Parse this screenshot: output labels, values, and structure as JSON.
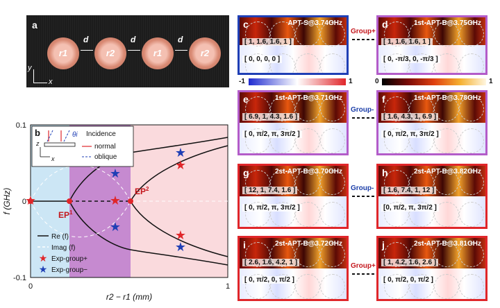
{
  "panel_a": {
    "label": "a",
    "resonators": [
      "r1",
      "r2",
      "r1",
      "r2"
    ],
    "coupling_label": "d",
    "axis_y": "y",
    "axis_x": "x"
  },
  "panel_b": {
    "label": "b",
    "incidence_title": "Incidence",
    "legend_normal": "normal",
    "legend_oblique": "oblique",
    "theta_label": "θi",
    "axis_z": "z",
    "axis_x": "x",
    "ep1": "EP",
    "ep1_sup": "1",
    "ep2": "EP",
    "ep2_sup": "2",
    "legend": [
      "Re (f)",
      "Imag (f)",
      "Exp-group+",
      "Exp-group−"
    ],
    "ylabel": "f (GHz)",
    "xlabel": "r2 − r1 (mm)",
    "yticks": [
      "0.1",
      "0",
      "-0.1"
    ],
    "xticks": [
      "0",
      "1"
    ],
    "colors": {
      "blue_region": "#cce6f5",
      "purple_region": "#c68ad0",
      "pink_region": "#fadadd",
      "red": "#e0262a",
      "blue": "#1f3fb5"
    }
  },
  "colorbars": {
    "left": {
      "min": "-1",
      "max": "1"
    },
    "right": {
      "min": "0",
      "max": "1"
    }
  },
  "panels": {
    "c": {
      "label": "c",
      "title": "APT-S@3.74GHz",
      "vals": "[ 1, 1.6, 1.6, 1 ]",
      "phases": "[ 0, 0, 0, 0 ]",
      "border": "#1f3fb5"
    },
    "d": {
      "label": "d",
      "title": "1st-APT-B@3.75GHz",
      "vals": "[ 1, 1.6, 1.6, 1 ]",
      "phases": "[ 0, -π/3, 0, -π/3 ]",
      "border": "#b35cc9"
    },
    "e": {
      "label": "e",
      "title": "1st-APT-B@3.71GHz",
      "vals": "[ 6.9, 1, 4.3, 1.6 ]",
      "phases": "[ 0, π/2, π, 3π/2 ]",
      "border": "#b35cc9"
    },
    "f": {
      "label": "f",
      "title": "1st-APT-B@3.78GHz",
      "vals": "[ 1.6, 4.3, 1, 6.9 ]",
      "phases": "[ 0, π/2, π, 3π/2 ]",
      "border": "#b35cc9"
    },
    "g": {
      "label": "g",
      "title": "2st-APT-B@3.70GHz",
      "vals": "[ 12, 1, 7.4, 1.6 ]",
      "phases": "[ 0, π/2, π, 3π/2 ]",
      "border": "#e0262a"
    },
    "h": {
      "label": "h",
      "title": "2st-APT-B@3.82GHz",
      "vals": "[ 1.6, 7.4, 1, 12 ]",
      "phases": "[0, π/2, π, 3π/2 ]",
      "border": "#e0262a"
    },
    "i": {
      "label": "i",
      "title": "2st-APT-B@3.72GHz",
      "vals": "[ 2.6, 1.6, 4.2, 1 ]",
      "phases": "[ 0, π/2, 0, π/2 ]",
      "border": "#e0262a"
    },
    "j": {
      "label": "j",
      "title": "2st-APT-B@3.81GHz",
      "vals": "[ 1, 4.2, 1.6, 2.6 ]",
      "phases": "[ 0, π/2, 0, π/2 ]",
      "border": "#e0262a"
    }
  },
  "groups": {
    "cd": "Group+",
    "ef": "Group-",
    "gh": "Group-",
    "ij": "Group+"
  }
}
